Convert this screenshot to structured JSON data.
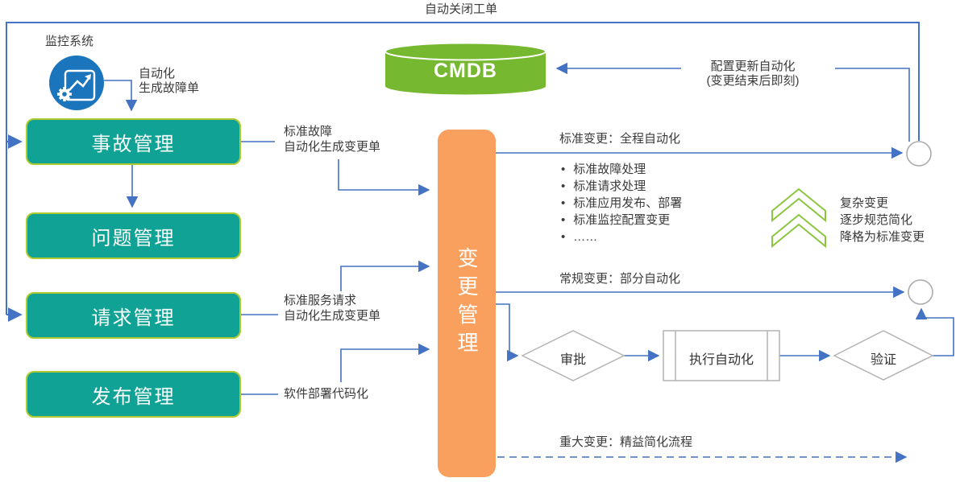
{
  "colors": {
    "line_blue": "#4472C4",
    "teal": "#0FA295",
    "teal_border": "#AFCA2F",
    "orange": "#F9A05F",
    "cmdb_green": "#76B82F",
    "chevron_green": "#8CC63F",
    "icon_blue": "#1B75BC",
    "shape_gray": "#ABABAB"
  },
  "top_loop": {
    "label": "自动关闭工单"
  },
  "monitor": {
    "label": "监控系统",
    "note": [
      "自动化",
      "生成故障单"
    ]
  },
  "cmdb": {
    "label": "CMDB",
    "update_note": [
      "配置更新自动化",
      "(变更结束后即刻)"
    ]
  },
  "left_boxes": [
    {
      "label": "事故管理"
    },
    {
      "label": "问题管理"
    },
    {
      "label": "请求管理"
    },
    {
      "label": "发布管理"
    }
  ],
  "connectors": {
    "incident": [
      "标准故障",
      "自动化生成变更单"
    ],
    "request": [
      "标准服务请求",
      "自动化生成变更单"
    ],
    "release": [
      "软件部署代码化"
    ]
  },
  "change_box": {
    "label": "变更管理"
  },
  "flows": {
    "standard": "标准变更：全程自动化",
    "regular": "常规变更：部分自动化",
    "major": "重大变更：精益简化流程"
  },
  "standard_items": [
    "标准故障处理",
    "标准请求处理",
    "标准应用发布、部署",
    "标准监控配置变更",
    "……"
  ],
  "chevron_note": [
    "复杂变更",
    "逐步规范简化",
    "降格为标准变更"
  ],
  "process": {
    "approve": "审批",
    "execute": "执行自动化",
    "verify": "验证"
  }
}
